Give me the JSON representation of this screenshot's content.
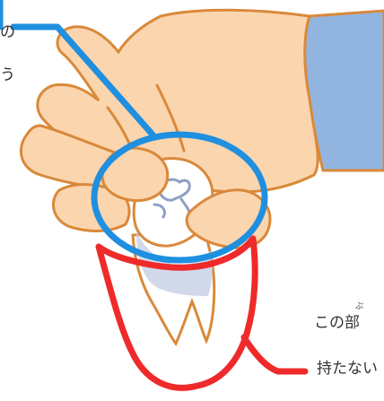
{
  "texts": {
    "top_line_1": "の",
    "top_line_2": "う",
    "bottom_ruby": "ぶ",
    "bottom_line_1": "この部",
    "bottom_line_2": "持たない"
  },
  "colors": {
    "skin_fill": "#fbd5ae",
    "skin_stroke": "#d9893a",
    "sleeve_fill": "#92b5e0",
    "tooth_fill": "#ffffff",
    "tooth_stroke": "#d9893a",
    "tooth_shadow": "#c7d0e6",
    "blue_marker": "#1f8fe0",
    "red_marker": "#ee2a2a",
    "text": "#333333"
  },
  "icons": {
    "hand": "hand-icon",
    "tooth": "tooth-icon"
  }
}
